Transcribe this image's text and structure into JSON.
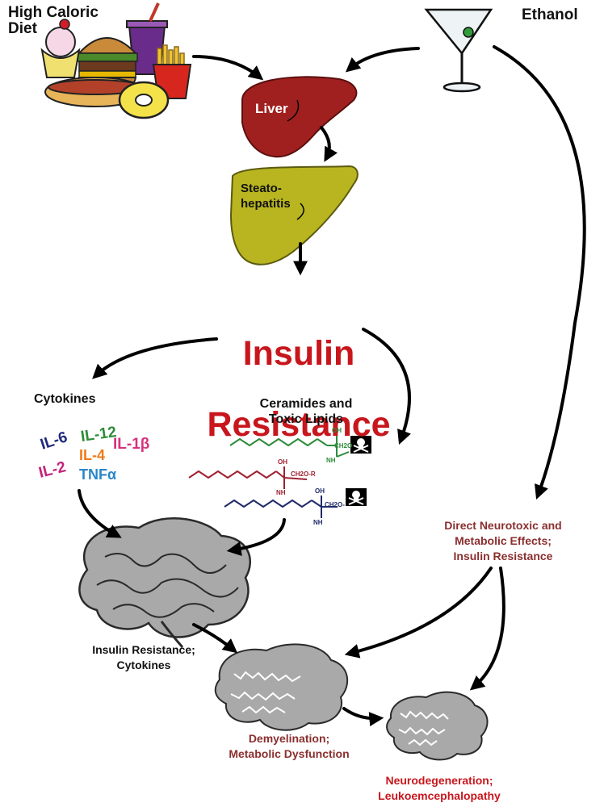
{
  "inputs": {
    "diet": "High Caloric\nDiet",
    "ethanol": "Ethanol"
  },
  "organs": {
    "liver": "Liver",
    "steatohepatitis": "Steato-\nhepatitis"
  },
  "center": {
    "title_line1": "Insulin",
    "title_line2": "Resistance"
  },
  "branches": {
    "cytokines": "Cytokines",
    "ceramides": "Ceramides and\nToxic Lipids"
  },
  "cytokine_list": [
    {
      "text": "IL-6",
      "color": "#1f2a7a"
    },
    {
      "text": "IL-12",
      "color": "#2e8b3a"
    },
    {
      "text": "IL-1β",
      "color": "#d6327f"
    },
    {
      "text": "IL-4",
      "color": "#f07a1a"
    },
    {
      "text": "IL-2",
      "color": "#c4247a"
    },
    {
      "text": "TNFα",
      "color": "#2a86c8"
    }
  ],
  "lipid_fragments": {
    "oh1": "OH",
    "ch2o_1": "CH2O",
    "nh1": "NH",
    "oh2": "OH",
    "ch2or": "CH2O-R",
    "nh2": "NH",
    "oh3": "OH",
    "ch2o_3": "CH2O-",
    "nh3": "NH"
  },
  "outcomes": {
    "brain1": "Insulin Resistance;\nCytokines",
    "direct": "Direct Neurotoxic and\nMetabolic Effects;\nInsulin Resistance",
    "brain2": "Demyelination;\nMetabolic Dysfunction",
    "brain3": "Neurodegeneration;\nLeukoemcephalopathy"
  },
  "colors": {
    "liver": "#a0201f",
    "steato": "#b8b520",
    "title": "#d4161f",
    "brain": "#a9a9a9",
    "maroon": "#8b2e2e"
  }
}
